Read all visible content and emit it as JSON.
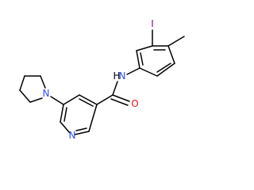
{
  "colors": {
    "bond": "#000000",
    "nitrogen": "#3050f8",
    "oxygen": "#ff0d0d",
    "iodine": "#940094",
    "background": "#ffffff"
  },
  "atoms": {
    "iodine": "I",
    "amide_nitrogen": "N",
    "amide_hydrogen": "H",
    "carbonyl_oxygen": "O",
    "pyrrolidine_nitrogen": "N",
    "pyridine_nitrogen": "N"
  }
}
